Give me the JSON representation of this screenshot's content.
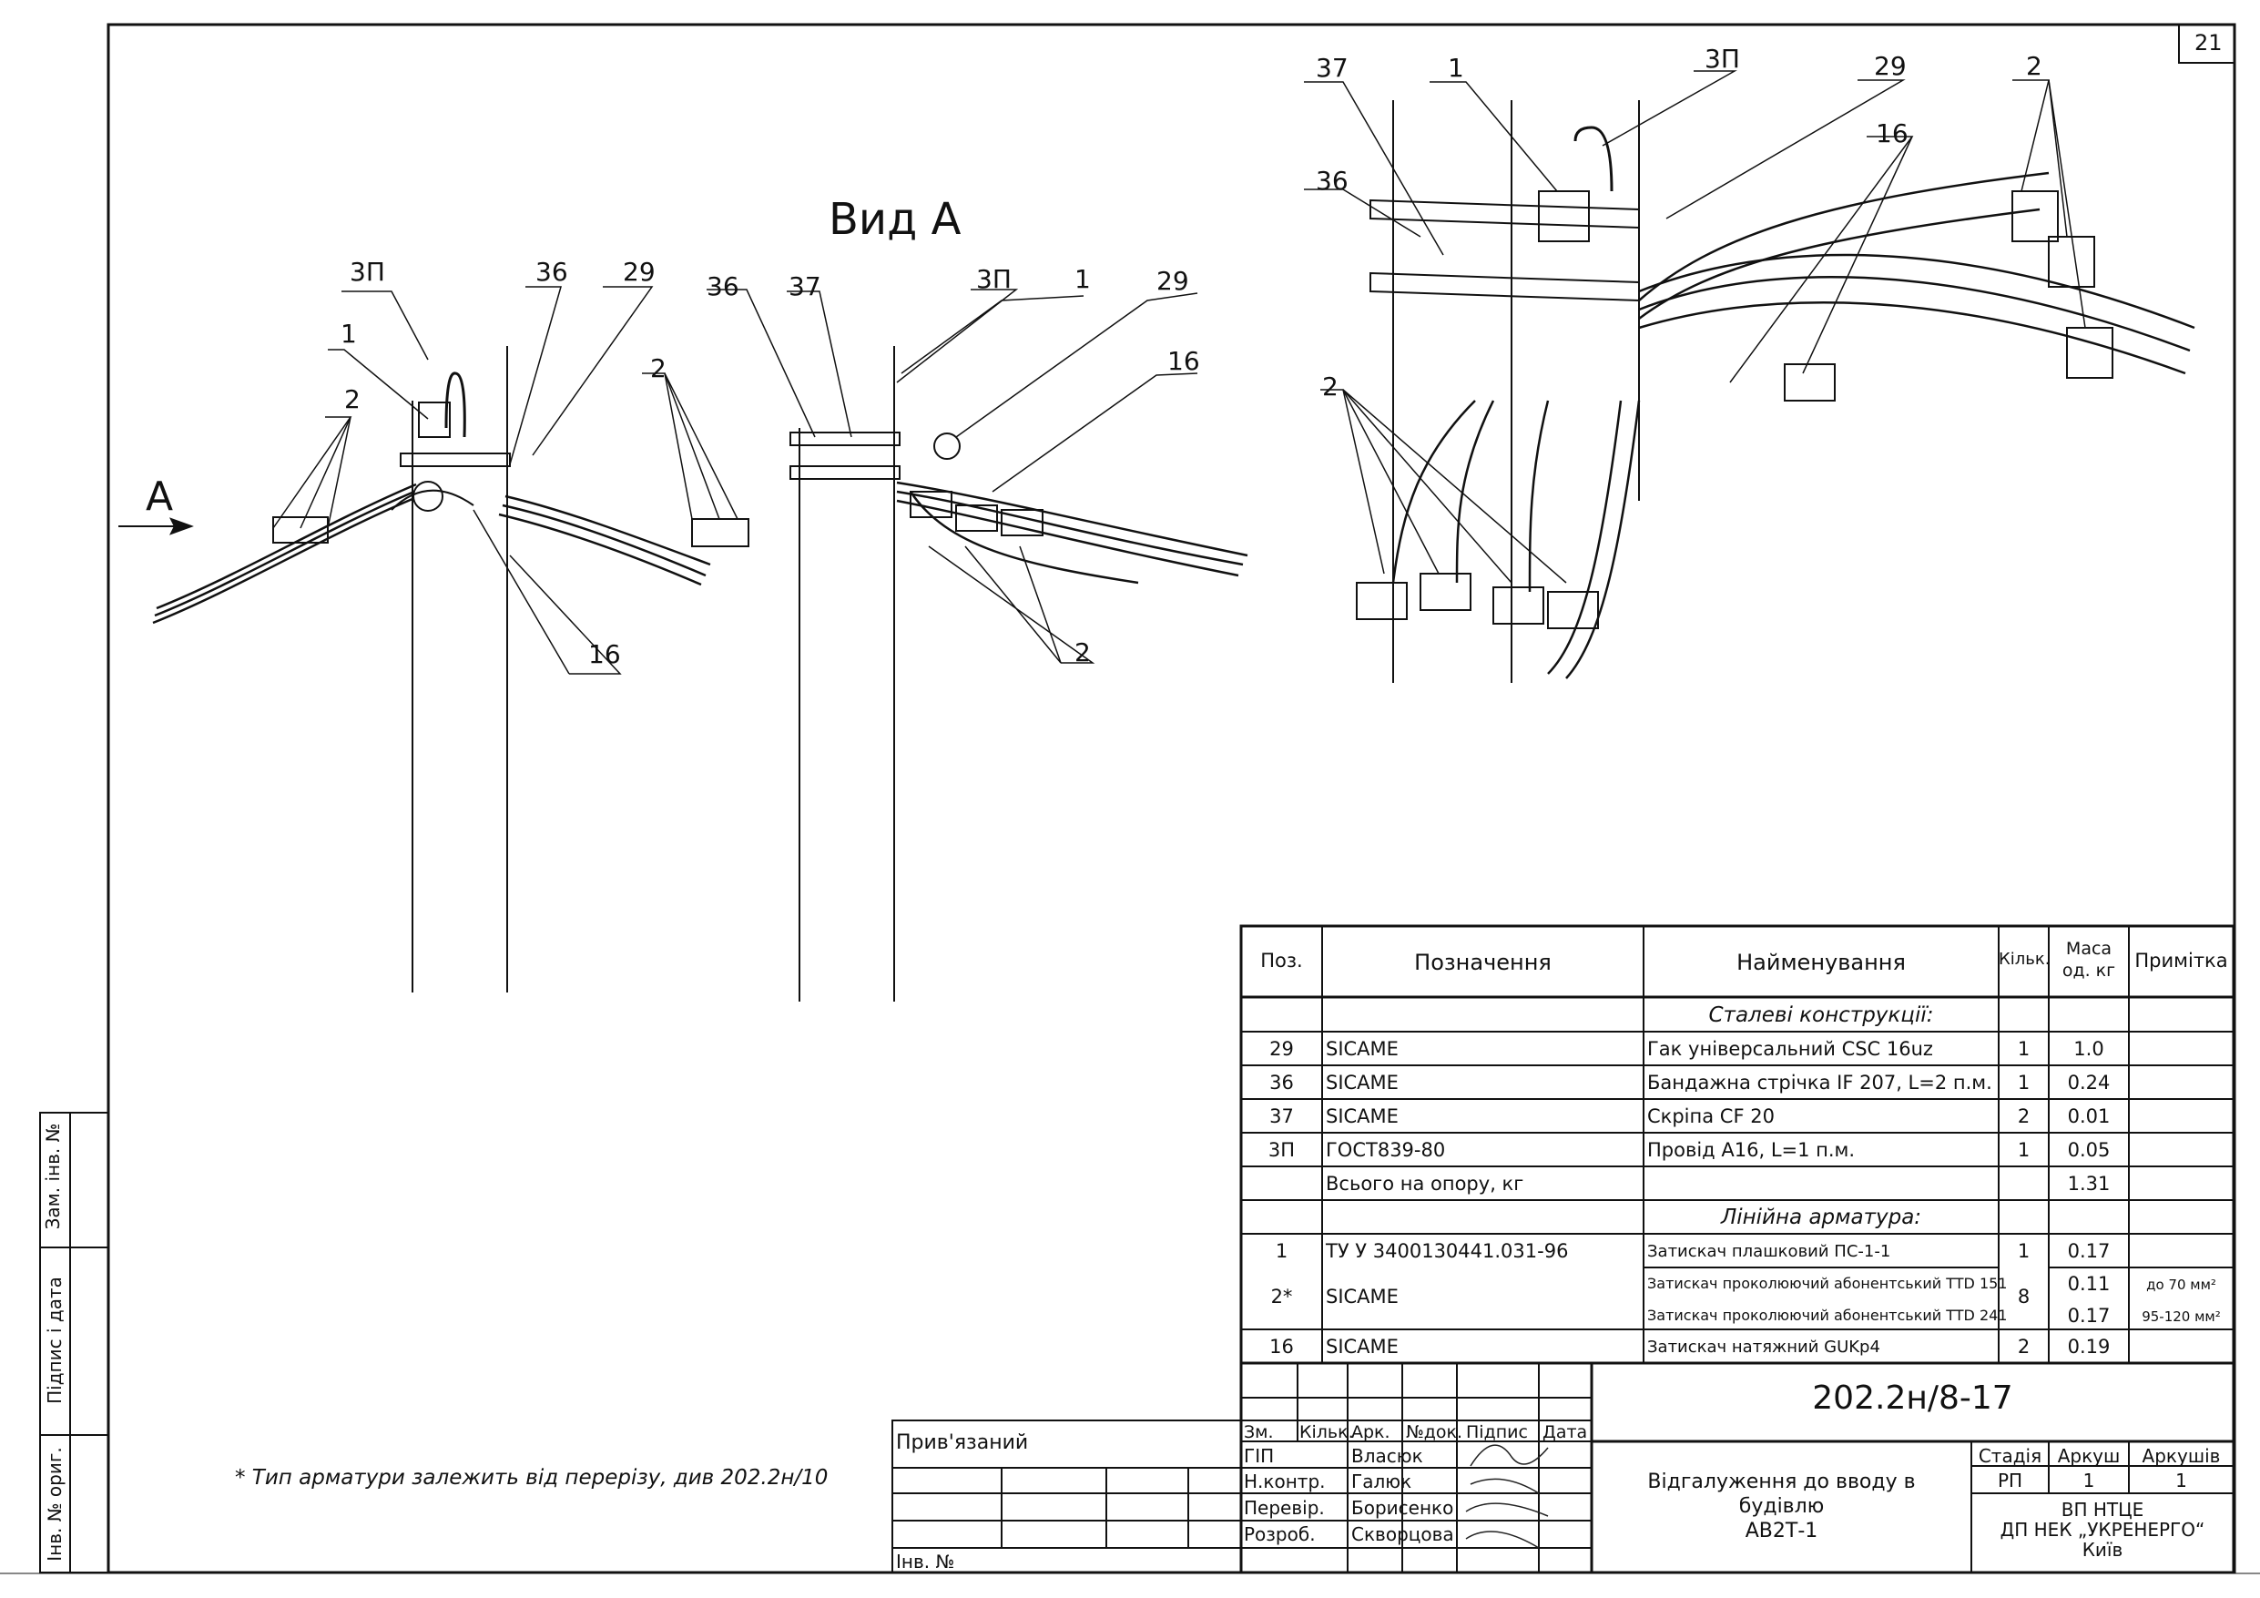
{
  "sheet": {
    "page_number": "21"
  },
  "view": {
    "title": "Вид А",
    "arrow_label": "А"
  },
  "callouts": {
    "left": [
      "3П",
      "1",
      "36",
      "29",
      "2",
      "2",
      "16"
    ],
    "middle": [
      "36",
      "37",
      "3П",
      "1",
      "29",
      "16",
      "2"
    ],
    "right": [
      "37",
      "1",
      "3П",
      "29",
      "2",
      "16",
      "36",
      "2"
    ]
  },
  "footnote": "* Тип арматури залежить від перерізу, див 202.2н/10",
  "side_stamp": {
    "zam_inv": "Зам. інв. №",
    "pidpys_data": "Підпис і дата",
    "inv_orig": "Інв. № ориг."
  },
  "spec_table": {
    "headers": {
      "pos": "Поз.",
      "designation": "Позначення",
      "name": "Найменування",
      "qty": "Кільк.",
      "mass": "Маса од. кг",
      "note": "Примітка"
    },
    "section_steel": "Сталеві конструкції:",
    "steel_rows": [
      {
        "pos": "29",
        "designation": "SICAME",
        "name": "Гак універсальний CSC 16uz",
        "qty": "1",
        "mass": "1.0",
        "note": ""
      },
      {
        "pos": "36",
        "designation": "SICAME",
        "name": "Бандажна стрічка IF 207, L=2 п.м.",
        "qty": "1",
        "mass": "0.24",
        "note": ""
      },
      {
        "pos": "37",
        "designation": "SICAME",
        "name": "Скріпа CF 20",
        "qty": "2",
        "mass": "0.01",
        "note": ""
      },
      {
        "pos": "3П",
        "designation": "ГОСТ839-80",
        "name": "Провід А16, L=1 п.м.",
        "qty": "1",
        "mass": "0.05",
        "note": ""
      }
    ],
    "total_label": "Всього на опору, кг",
    "total_value": "1.31",
    "section_line": "Лінійна арматура:",
    "line_rows": [
      {
        "pos": "1",
        "designation": "ТУ У 3400130441.031-96",
        "name": "Затискач плашковий ПС-1-1",
        "qty": "1",
        "mass": "0.17",
        "note": ""
      },
      {
        "pos": "2*",
        "designation": "SICAME",
        "name": "Затискач проколюючий абонентський TTD 151",
        "qty": "8",
        "mass": "0.11",
        "note": "до 70 мм²"
      },
      {
        "pos": "",
        "designation": "",
        "name": "Затискач проколюючий абонентський TTD 241",
        "qty": "",
        "mass": "0.17",
        "note": "95-120 мм²"
      },
      {
        "pos": "16",
        "designation": "SICAME",
        "name": "Затискач натяжний GUKp4",
        "qty": "2",
        "mass": "0.19",
        "note": ""
      }
    ]
  },
  "title_block": {
    "code": "202.2н/8-17",
    "columns": [
      "Зм.",
      "Кільк.",
      "Арк.",
      "№док.",
      "Підпис",
      "Дата"
    ],
    "people": [
      {
        "role": "ГІП",
        "name": "Власюк"
      },
      {
        "role": "Н.контр.",
        "name": "Галюк"
      },
      {
        "role": "Перевір.",
        "name": "Борисенко"
      },
      {
        "role": "Розроб.",
        "name": "Скворцова"
      }
    ],
    "description": [
      "Відгалуження до вводу в",
      "будівлю",
      "АВ2Т-1"
    ],
    "stage_label": "Стадія",
    "sheet_label": "Аркуш",
    "sheets_label": "Аркушів",
    "stage": "РП",
    "sheet": "1",
    "sheets": "1",
    "org": [
      "ВП НТЦЕ",
      "ДП НЕК „УКРЕНЕРГО“",
      "Київ"
    ],
    "attached_label": "Прив'язаний",
    "inv_label": "Інв. №"
  }
}
